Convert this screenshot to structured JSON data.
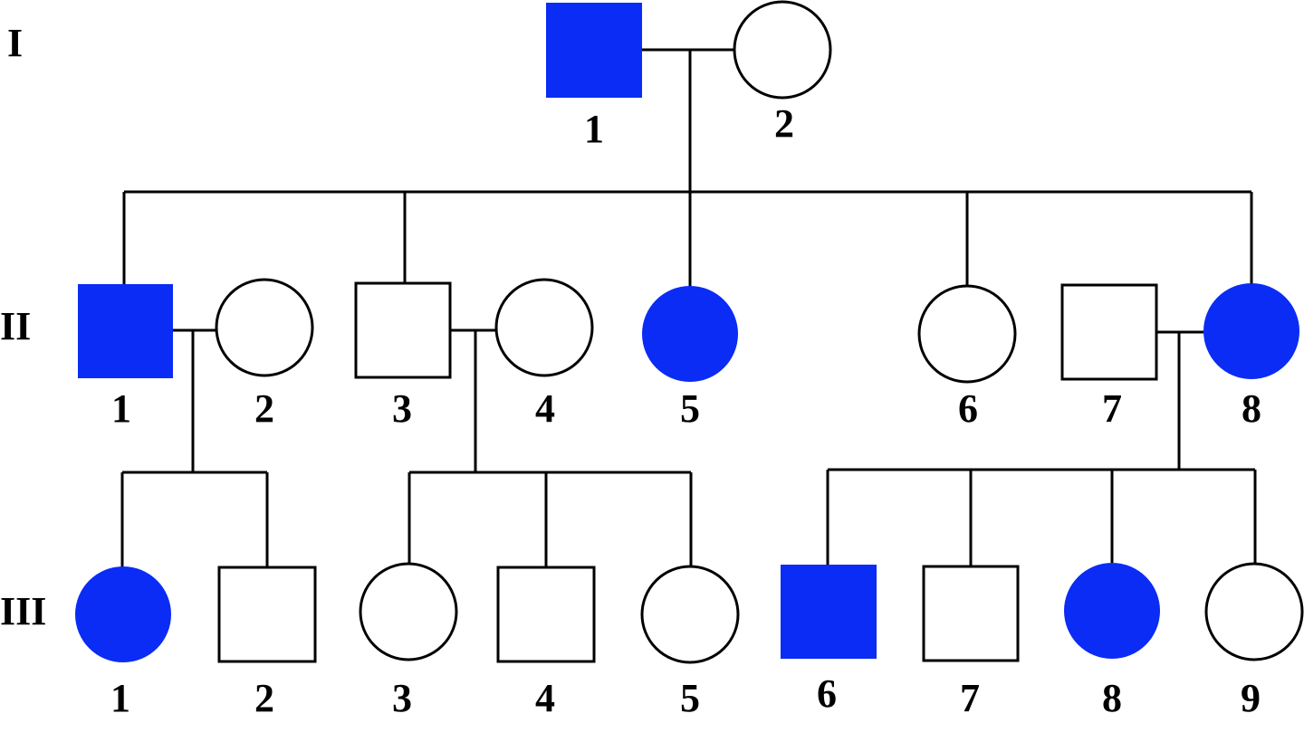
{
  "colors": {
    "affected": "#0a2cf5",
    "unaffected": "#ffffff",
    "outline": "#000000"
  },
  "generations": [
    {
      "label": "I",
      "members": [
        {
          "id": "1",
          "sex": "male",
          "affected": true
        },
        {
          "id": "2",
          "sex": "female",
          "affected": false
        }
      ]
    },
    {
      "label": "II",
      "members": [
        {
          "id": "1",
          "sex": "male",
          "affected": true
        },
        {
          "id": "2",
          "sex": "female",
          "affected": false
        },
        {
          "id": "3",
          "sex": "male",
          "affected": false
        },
        {
          "id": "4",
          "sex": "female",
          "affected": false
        },
        {
          "id": "5",
          "sex": "female",
          "affected": true
        },
        {
          "id": "6",
          "sex": "female",
          "affected": false
        },
        {
          "id": "7",
          "sex": "male",
          "affected": false
        },
        {
          "id": "8",
          "sex": "female",
          "affected": true
        }
      ]
    },
    {
      "label": "III",
      "members": [
        {
          "id": "1",
          "sex": "female",
          "affected": true
        },
        {
          "id": "2",
          "sex": "male",
          "affected": false
        },
        {
          "id": "3",
          "sex": "female",
          "affected": false
        },
        {
          "id": "4",
          "sex": "male",
          "affected": false
        },
        {
          "id": "5",
          "sex": "female",
          "affected": false
        },
        {
          "id": "6",
          "sex": "male",
          "affected": true
        },
        {
          "id": "7",
          "sex": "male",
          "affected": false
        },
        {
          "id": "8",
          "sex": "female",
          "affected": true
        },
        {
          "id": "9",
          "sex": "female",
          "affected": false
        }
      ]
    }
  ]
}
